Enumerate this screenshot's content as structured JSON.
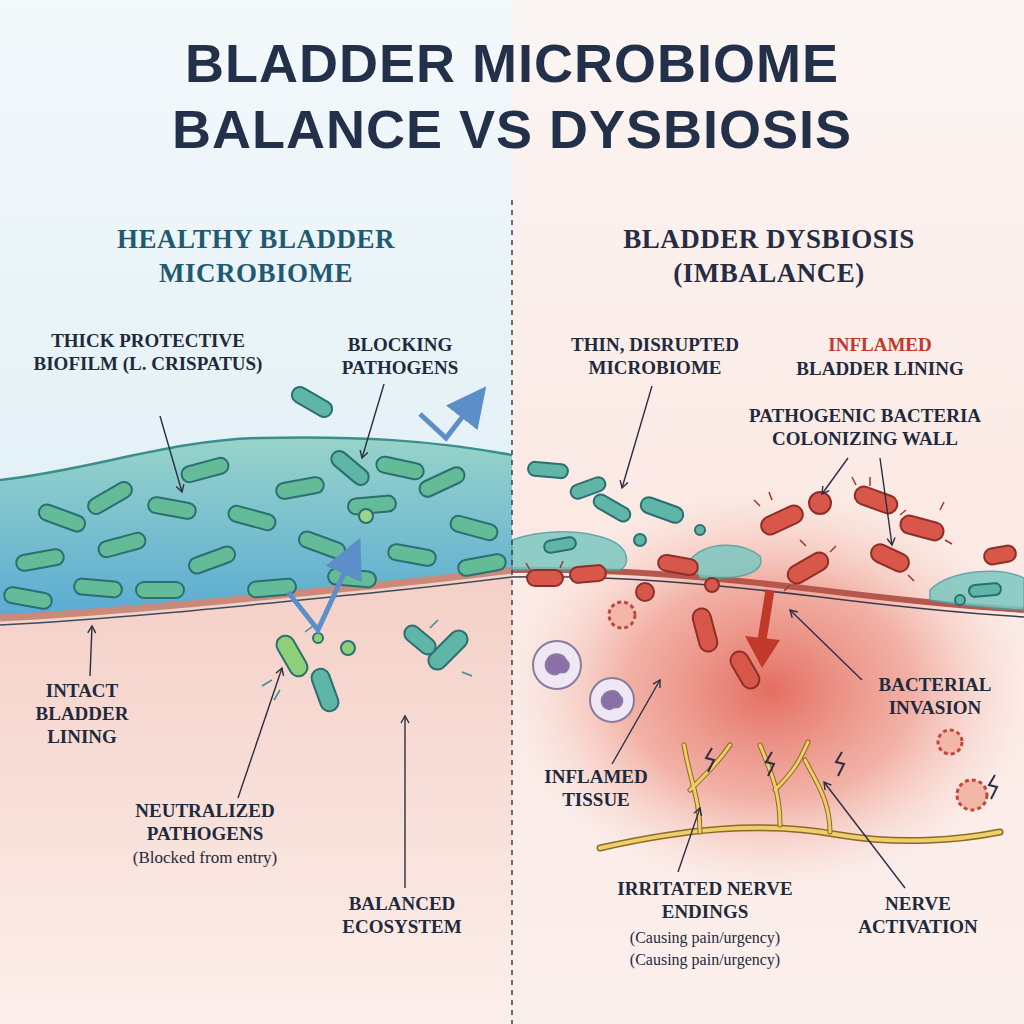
{
  "diagram": {
    "title": "BLADDER MICROBIOME BALANCE VS DYSBIOSIS",
    "nodes": [
      {
        "text": [
          "HEALTHY BLADDER MICROBIOME"
        ]
      },
      {
        "text": [
          "BLADDER DYSBIOSIS (IMBALANCE)"
        ]
      }
    ],
    "labels": [
      "THICK PROTECTIVE BIOFILM (L. CRISPATUS)",
      "BLOCKING PATHOGENS",
      "INTACT BLADDER LINING",
      "NEUTRALIZED PATHOGENS",
      "(Blocked from entry)",
      "BALANCED ECOSYSTEM",
      "THIN, DISRUPTED MICROBIOME",
      "INFLAMED",
      "BLADDER LINING",
      "PATHOGENIC BACTERIA COLONIZING WALL",
      "BACTERIAL INVASION",
      "INFLAMED TISSUE",
      "IRRITATED NERVE ENDINGS",
      "(Causing pain/urgency)",
      "(Causing pain/urgency)",
      "NERVE ACTIVATION"
    ]
  }
}
